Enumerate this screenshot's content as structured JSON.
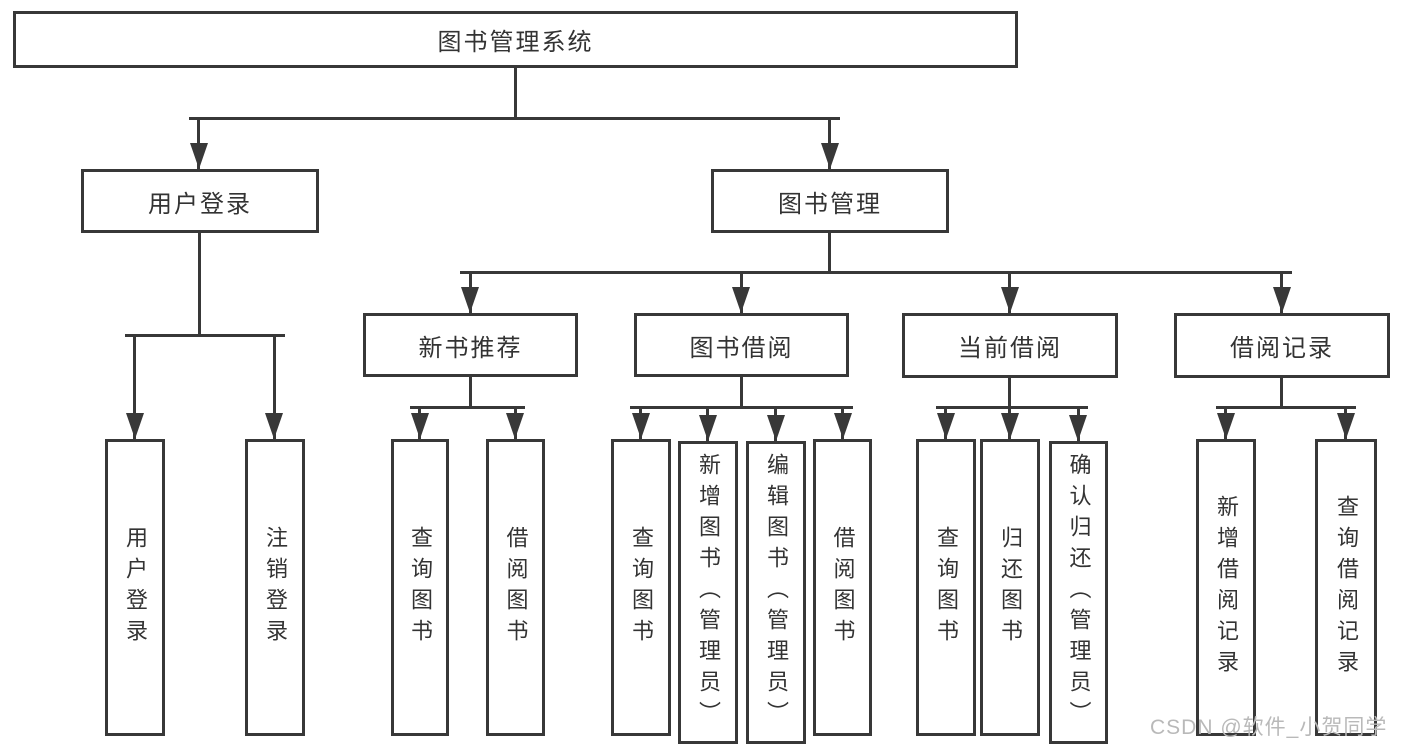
{
  "diagram": {
    "root": {
      "label": "图书管理系统"
    },
    "level2": {
      "user_login": {
        "label": "用户登录"
      },
      "book_management": {
        "label": "图书管理"
      }
    },
    "level3": {
      "new_book_recommend": {
        "label": "新书推荐"
      },
      "book_borrowing": {
        "label": "图书借阅"
      },
      "current_borrowing": {
        "label": "当前借阅"
      },
      "borrow_records": {
        "label": "借阅记录"
      }
    },
    "leaves": {
      "user_login": {
        "label": "用户登录"
      },
      "logout": {
        "label": "注销登录"
      },
      "recommend_query_books": {
        "label": "查询图书"
      },
      "recommend_borrow_books": {
        "label": "借阅图书"
      },
      "borrowing_query_books": {
        "label": "查询图书"
      },
      "add_books_admin": {
        "label": "新增图书（管理员）"
      },
      "edit_books_admin": {
        "label": "编辑图书（管理员）"
      },
      "borrowing_borrow_books": {
        "label": "借阅图书"
      },
      "current_query_books": {
        "label": "查询图书"
      },
      "return_books": {
        "label": "归还图书"
      },
      "confirm_return_admin": {
        "label": "确认归还（管理员）"
      },
      "add_borrow_record": {
        "label": "新增借阅记录"
      },
      "query_borrow_record": {
        "label": "查询借阅记录"
      }
    },
    "watermark": "CSDN @软件_小贺同学",
    "colors": {
      "line": "#383838",
      "text": "#333333",
      "background": "#ffffff",
      "watermark": "#b9b9b9"
    }
  }
}
